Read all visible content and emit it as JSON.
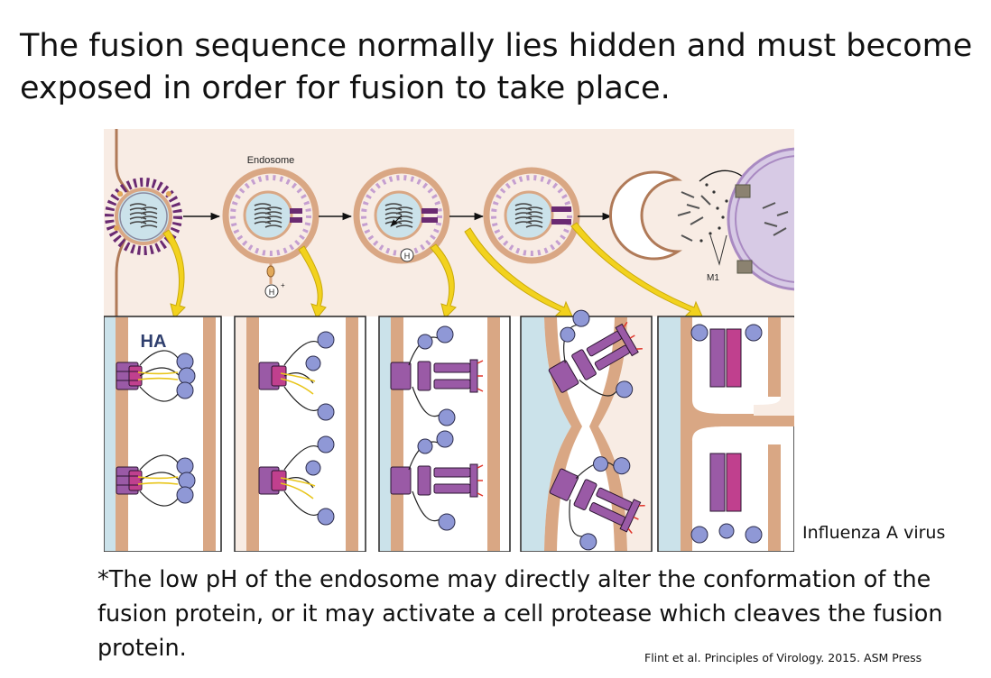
{
  "slide": {
    "title": "The fusion sequence normally lies hidden and must become exposed in order for fusion to take place.",
    "footnote": "*The low pH of the endosome may directly alter the conformation of the fusion protein, or it may activate a cell protease which cleaves the fusion protein.",
    "citation": "Flint et al. Principles of Virology. 2015. ASM Press"
  },
  "figure": {
    "endosome_label": "Endosome",
    "proton_label": "H",
    "proton_charge": "+",
    "m1_label": "M1",
    "ha_label": "HA",
    "virus_label": "Influenza A virus"
  },
  "colors": {
    "membrane": "#d9a784",
    "cytoplasm": "#f8ece4",
    "virion_interior": "#cbe2ea",
    "spike": "#6a2a72",
    "spike_light": "#c59fd0",
    "ha_purple": "#9a5aa6",
    "ha_magenta": "#c0408e",
    "globule": "#8f98d6",
    "arrow_yellow": "#f2d21e",
    "nucleus": "#d7cae5"
  }
}
